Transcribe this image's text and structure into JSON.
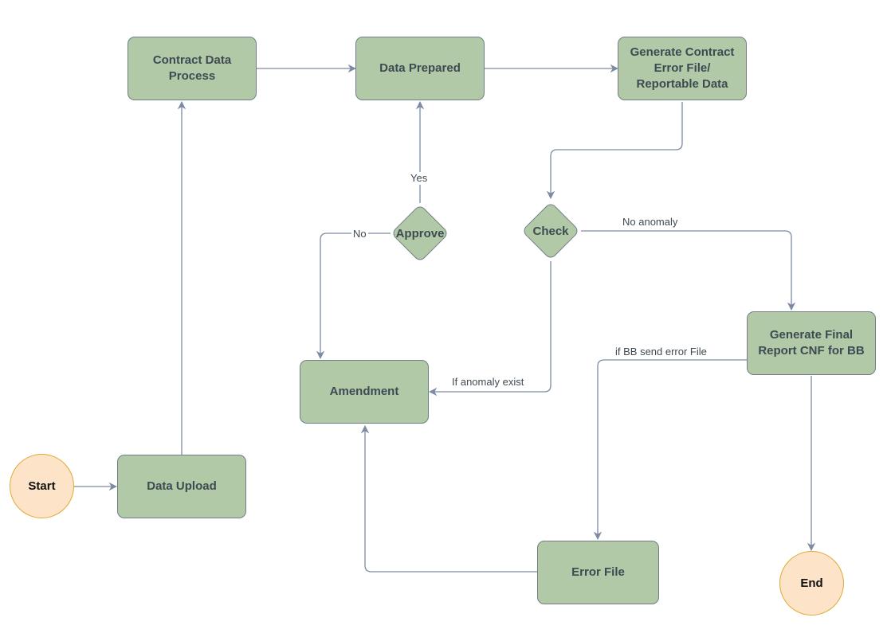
{
  "nodes": {
    "start": "Start",
    "data_upload": "Data Upload",
    "contract_data_process": "Contract Data\nProcess",
    "data_prepared": "Data Prepared",
    "generate_contract": "Generate Contract\nError File/\nReportable Data",
    "check": "Check",
    "approve": "Approve",
    "amendment": "Amendment",
    "generate_final": "Generate Final\nReport CNF for BB",
    "error_file": "Error File",
    "end": "End"
  },
  "edge_labels": {
    "yes": "Yes",
    "no": "No",
    "no_anomaly": "No anomaly",
    "if_anomaly_exist": "If anomaly exist",
    "if_bb_send_error_file": "if BB send error File"
  },
  "colors": {
    "process_fill": "#b2c9a8",
    "process_border": "#6f7f85",
    "terminal_fill": "#fde4c8",
    "terminal_border": "#e0a832",
    "connector": "#7d8aa3"
  }
}
